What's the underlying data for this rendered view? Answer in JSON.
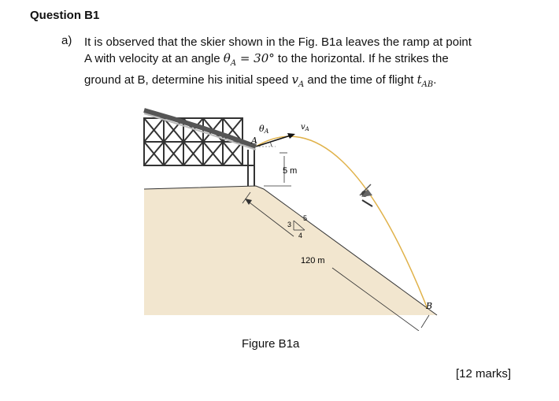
{
  "question": {
    "title": "Question B1",
    "part_label": "a)",
    "line1": "It is observed that the skier shown in the Fig. B1a leaves the ramp at point",
    "line2_a": "A with velocity at an angle ",
    "line2_math": "θA = 30°",
    "line2_b": " to the horizontal. If he strikes the",
    "line3_a": "ground at B, determine his initial speed ",
    "line3_math1": "vA",
    "line3_b": " and the time of flight ",
    "line3_math2": "tAB",
    "line3_c": "."
  },
  "figure": {
    "label_theta": "θA",
    "label_A": "A",
    "label_v": "vA",
    "label_height": "5 m",
    "slope_3": "3",
    "slope_4": "4",
    "slope_5": "5",
    "label_length": "120 m",
    "label_B": "B",
    "trajectory_color": "#e0b24a",
    "ground_color": "#f2e6cf"
  },
  "caption": "Figure B1a",
  "marks": "[12 marks]"
}
